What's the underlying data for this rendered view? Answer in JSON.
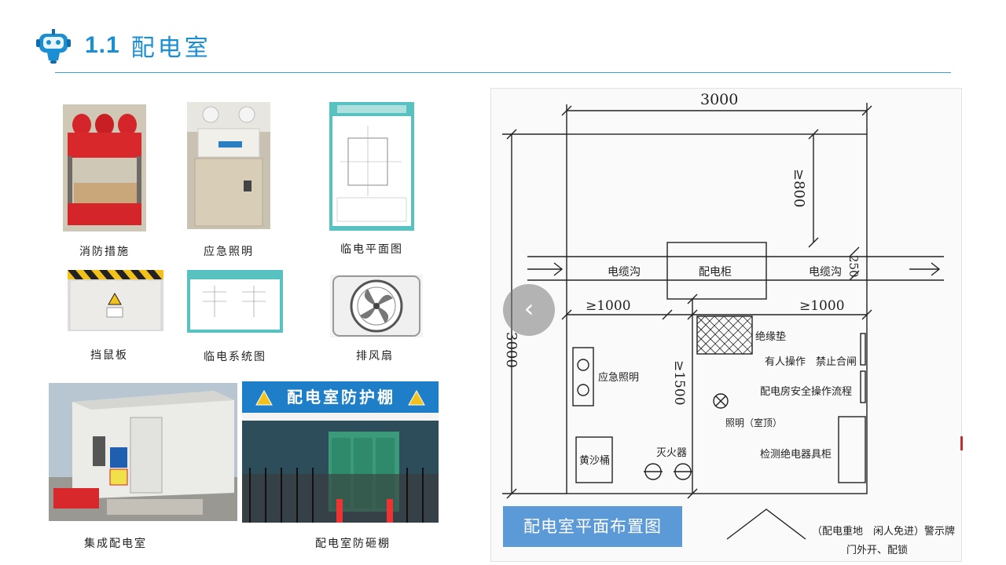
{
  "header": {
    "number": "1.1",
    "title": "配电室"
  },
  "items": [
    {
      "label": "消防措施"
    },
    {
      "label": "应急照明"
    },
    {
      "label": "临电平面图"
    },
    {
      "label": "挡鼠板"
    },
    {
      "label": "临电系统图"
    },
    {
      "label": "排风扇"
    },
    {
      "label": "集成配电室"
    },
    {
      "label": "配电室防砸棚"
    }
  ],
  "banner": "配电室防护棚",
  "plan": {
    "caption": "配电室平面布置图",
    "dim_top": "3000",
    "dim_left": "3000",
    "dim_800": "≥800",
    "dim_250": "250",
    "dim_1000_left": "≥1000",
    "dim_1000_right": "≥1000",
    "dim_1500": "≥1500",
    "cable_left": "电缆沟",
    "cabinet": "配电柜",
    "cable_right": "电缆沟",
    "mat": "绝缘垫",
    "notice1": "有人操作　禁止合闸",
    "notice2": "配电房安全操作流程",
    "emergency": "应急照明",
    "lighting": "照明（室顶）",
    "sand": "黄沙桶",
    "extinguisher": "灭火器",
    "tool_cabinet": "检测绝电器具柜",
    "sign_line1": "（配电重地　闲人免进）警示牌",
    "sign_line2": "门外开、配锁"
  }
}
